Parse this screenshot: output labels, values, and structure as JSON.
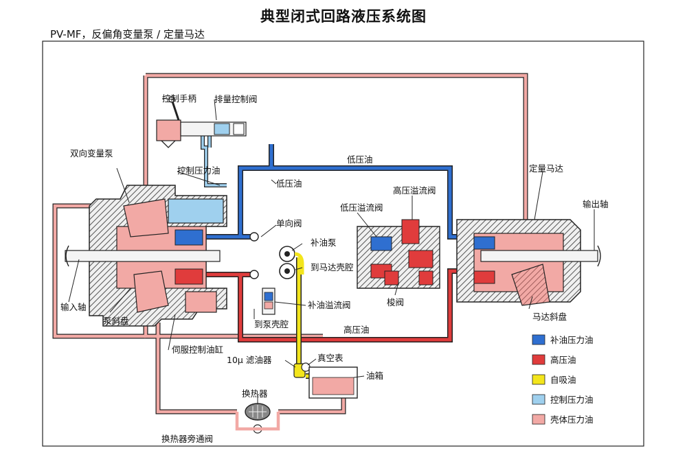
{
  "title": "典型闭式回路液压系统图",
  "subtitle": "PV-MF，反偏角变量泵 / 定量马达",
  "labels": {
    "control_handle": "控制手柄",
    "displacement_valve": "排量控制阀",
    "bidirectional_pump": "双向变量泵",
    "control_pressure_oil": "控制压力油",
    "low_pressure_oil_top": "低压油",
    "low_pressure_oil_mid": "低压油",
    "check_valve": "单向阀",
    "charge_pump": "补油泵",
    "to_motor_case": "到马达壳腔",
    "charge_relief": "补油溢流阀",
    "to_pump_case": "到泵壳腔",
    "high_pressure_oil": "高压油",
    "input_shaft": "输入轴",
    "swashplate": "泵斜盘",
    "servo_cylinder": "伺服控制油缸",
    "filter": "10μ 滤油器",
    "vacuum_gauge": "真空表",
    "tank": "油箱",
    "heat_exchanger": "换热器",
    "bypass_valve": "换热器旁通阀",
    "fixed_motor": "定量马达",
    "output_shaft": "输出轴",
    "hp_relief": "高压溢流阀",
    "lp_relief": "低压溢流阀",
    "shuttle_valve": "梭阀",
    "motor_swashplate": "马达斜盘"
  },
  "legend": [
    {
      "label": "补油压力油",
      "color": "#2f6fd0",
      "icon": "swatch"
    },
    {
      "label": "高压油",
      "color": "#e03c3c",
      "icon": "swatch"
    },
    {
      "label": "自吸油",
      "color": "#f3e51c",
      "icon": "swatch"
    },
    {
      "label": "控制压力油",
      "color": "#9fd0ee",
      "icon": "swatch"
    },
    {
      "label": "壳体压力油",
      "color": "#f2a9a5",
      "icon": "swatch"
    }
  ],
  "colors": {
    "charge": "#2f6fd0",
    "high": "#e03c3c",
    "suction": "#f3e51c",
    "control": "#9fd0ee",
    "case": "#f2a9a5",
    "hatch": "#555555"
  }
}
